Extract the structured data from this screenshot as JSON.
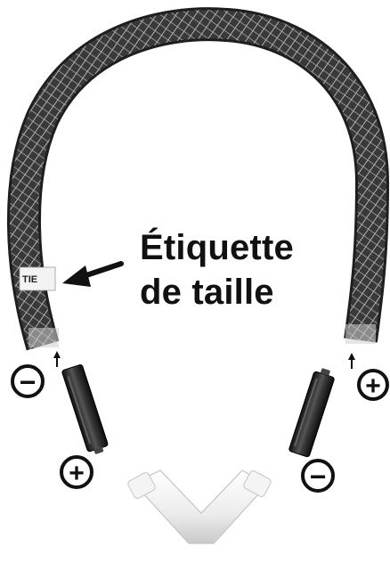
{
  "callout": {
    "line1": "Étiquette",
    "line2": "de taille"
  },
  "tag_text": "TIE",
  "symbols": {
    "minus": "−",
    "plus": "+"
  },
  "icons": [
    "hose-icon",
    "battery-icon",
    "elbow-connector-icon",
    "arrow-icon",
    "minus-sign-icon",
    "plus-sign-icon"
  ],
  "colors": {
    "background": "#ffffff",
    "text": "#111111",
    "hose_dark": "#2b2b2b",
    "braid": "#d8d8d8",
    "connector": "#e9e9e9"
  }
}
